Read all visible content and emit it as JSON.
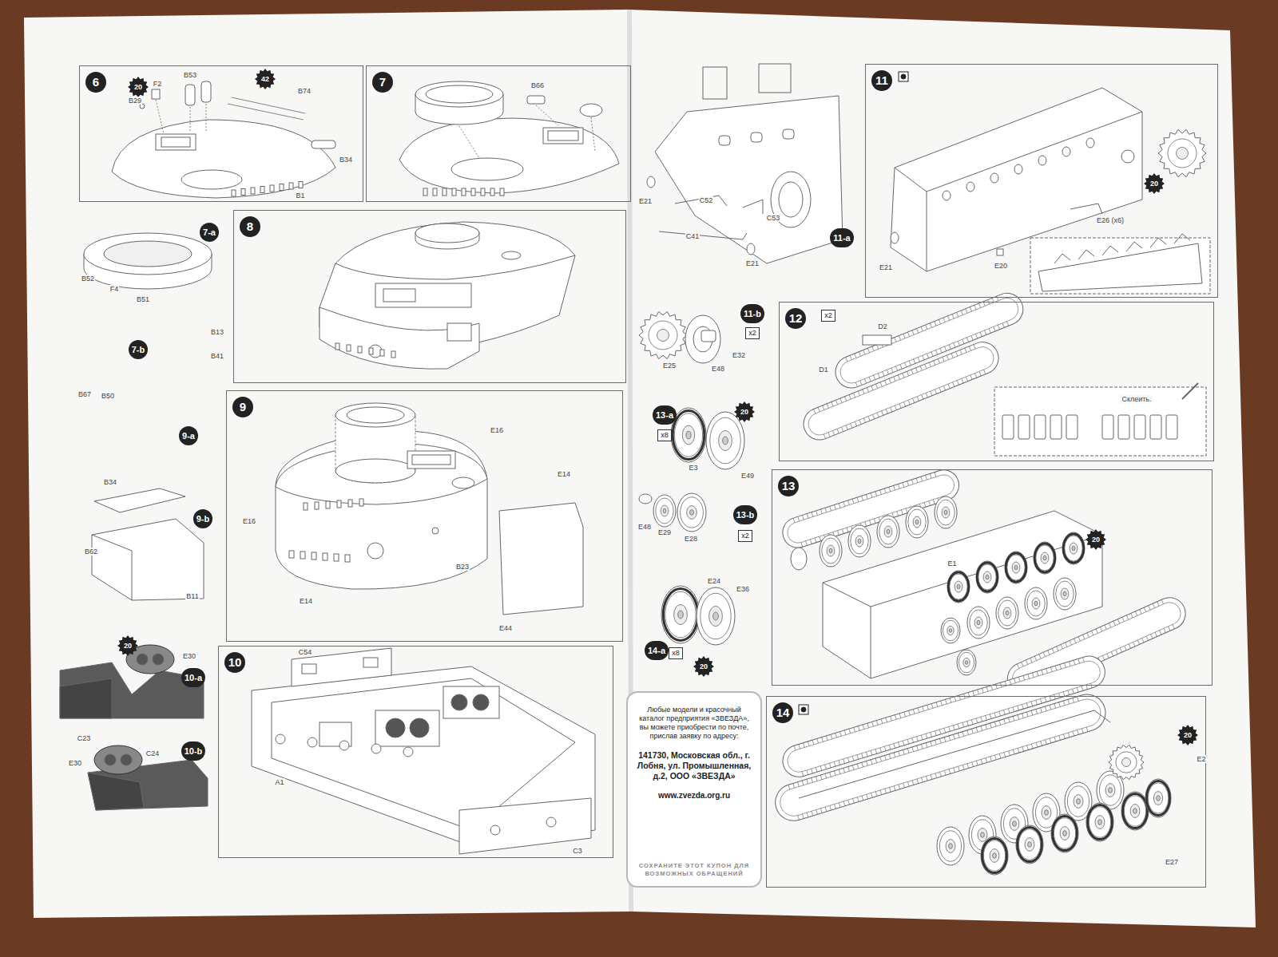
{
  "diagram": {
    "nodes": [
      {
        "text": [
          "6"
        ]
      },
      {
        "text": [
          "20"
        ],
        "in": 0
      },
      {
        "text": [
          "42"
        ],
        "in": 0
      },
      {
        "text": [
          "7"
        ]
      },
      {
        "text": [
          "7-a"
        ]
      },
      {
        "text": [
          "8"
        ]
      },
      {
        "text": [
          "7-b"
        ]
      },
      {
        "text": [
          "9-a"
        ]
      },
      {
        "text": [
          "9"
        ]
      },
      {
        "text": [
          "9-b"
        ]
      },
      {
        "text": [
          "20"
        ]
      },
      {
        "text": [
          "10-a"
        ]
      },
      {
        "text": [
          "10"
        ]
      },
      {
        "text": [
          "10-b"
        ]
      },
      {
        "text": [
          "11"
        ]
      },
      {
        "text": [
          "20"
        ],
        "in": 14
      },
      {
        "text": [
          "11-a"
        ]
      },
      {
        "text": [
          "11-b"
        ]
      },
      {
        "text": [
          "x2"
        ]
      },
      {
        "text": [
          "12"
        ]
      },
      {
        "text": [
          "x2"
        ],
        "in": 19
      },
      {
        "text": [
          "20"
        ]
      },
      {
        "text": [
          "13-a"
        ]
      },
      {
        "text": [
          "x8"
        ]
      },
      {
        "text": [
          "13"
        ]
      },
      {
        "text": [
          "20"
        ],
        "in": 24
      },
      {
        "text": [
          "13-b"
        ]
      },
      {
        "text": [
          "x2"
        ]
      },
      {
        "text": [
          "14"
        ]
      },
      {
        "text": [
          "20"
        ],
        "in": 28
      },
      {
        "text": [
          "14-a"
        ]
      },
      {
        "text": [
          "x8"
        ]
      },
      {
        "text": [
          "20"
        ]
      },
      {
        "text": [
          "Любые модели и красочный каталог предприятия «ЗВЕЗДА», вы можете приобрести по почте, прислав заявку по адресу:",
          "141730, Московская обл., г. Лобня, ул. Промышленная, д.2, ООО «ЗВЕЗДА»",
          "www.zvezda.org.ru",
          "СОХРАНИТЕ ЭТОТ КУПОН ДЛЯ ВОЗМОЖНЫХ ОБРАЩЕНИЙ"
        ]
      }
    ],
    "labels": [
      "B29",
      "F2",
      "B53",
      "B74",
      "B34",
      "B1",
      "B66",
      "B52",
      "F4",
      "B51",
      "B13",
      "B41",
      "B67",
      "B50",
      "E16",
      "E16",
      "E14",
      "E14",
      "B23",
      "E44",
      "B34",
      "B62",
      "B11",
      "E30",
      "C23",
      "C54",
      "A1",
      "C3",
      "E30",
      "C24",
      "E21",
      "C52",
      "C41",
      "C53",
      "E21",
      "E21",
      "E20",
      "E26 (x6)",
      "E25",
      "E48",
      "E32",
      "D2",
      "D1",
      "Склеить.",
      "E3",
      "E49",
      "E48",
      "E29",
      "E28",
      "E24",
      "E36",
      "E1",
      "E2",
      "E27"
    ]
  }
}
